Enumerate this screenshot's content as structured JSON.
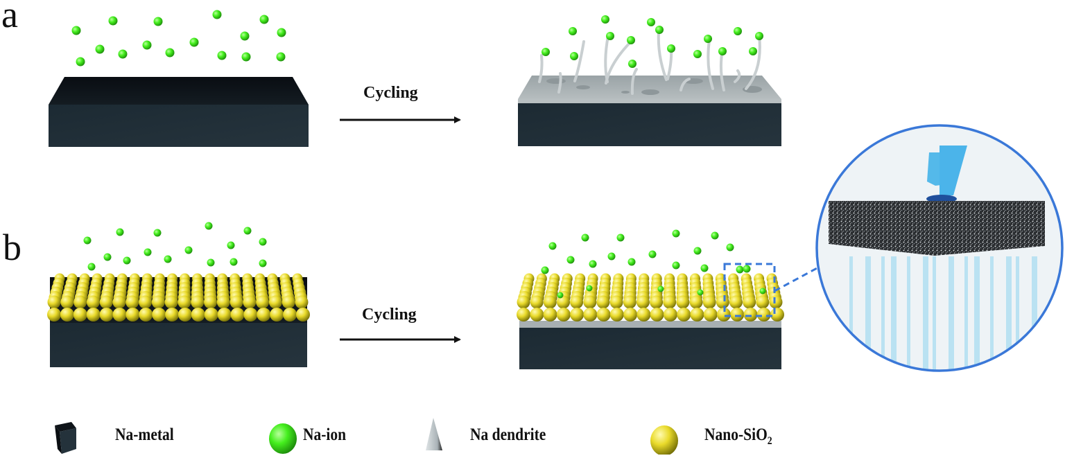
{
  "figure": {
    "panels": [
      {
        "label": "a",
        "step_label": "Cycling",
        "before": "Bare Na-metal with Na-ions above",
        "after": "Na-metal with grey SEI surface, dendrites and pits after cycling"
      },
      {
        "label": "b",
        "step_label": "Cycling",
        "before": "Na-metal coated with Nano-SiO2 sphere layer, Na-ions above",
        "after": "Nano-SiO2 coated Na-metal after cycling, uniform deposition; magnified inset"
      }
    ],
    "inset": {
      "description": "Magnified cross-section of coated electrode with uniform ion flux",
      "border_color": "#3a78d8"
    },
    "legend": [
      {
        "icon": "na-metal-cube-icon",
        "label": "Na-metal"
      },
      {
        "icon": "na-ion-sphere-icon",
        "label": "Na-ion"
      },
      {
        "icon": "na-dendrite-cone-icon",
        "label": "Na dendrite"
      },
      {
        "icon": "nano-sio2-sphere-icon",
        "label_main": "Nano-SiO",
        "label_sub": "2"
      }
    ],
    "colors": {
      "na_metal": "#1f2b33",
      "na_metal_top": "#0d1218",
      "na_ion": "#3cf01e",
      "sio2": "#e8d928",
      "sei": "#a9b1b4",
      "arrow": "#111111",
      "inset_blue": "#3a78d8"
    }
  }
}
